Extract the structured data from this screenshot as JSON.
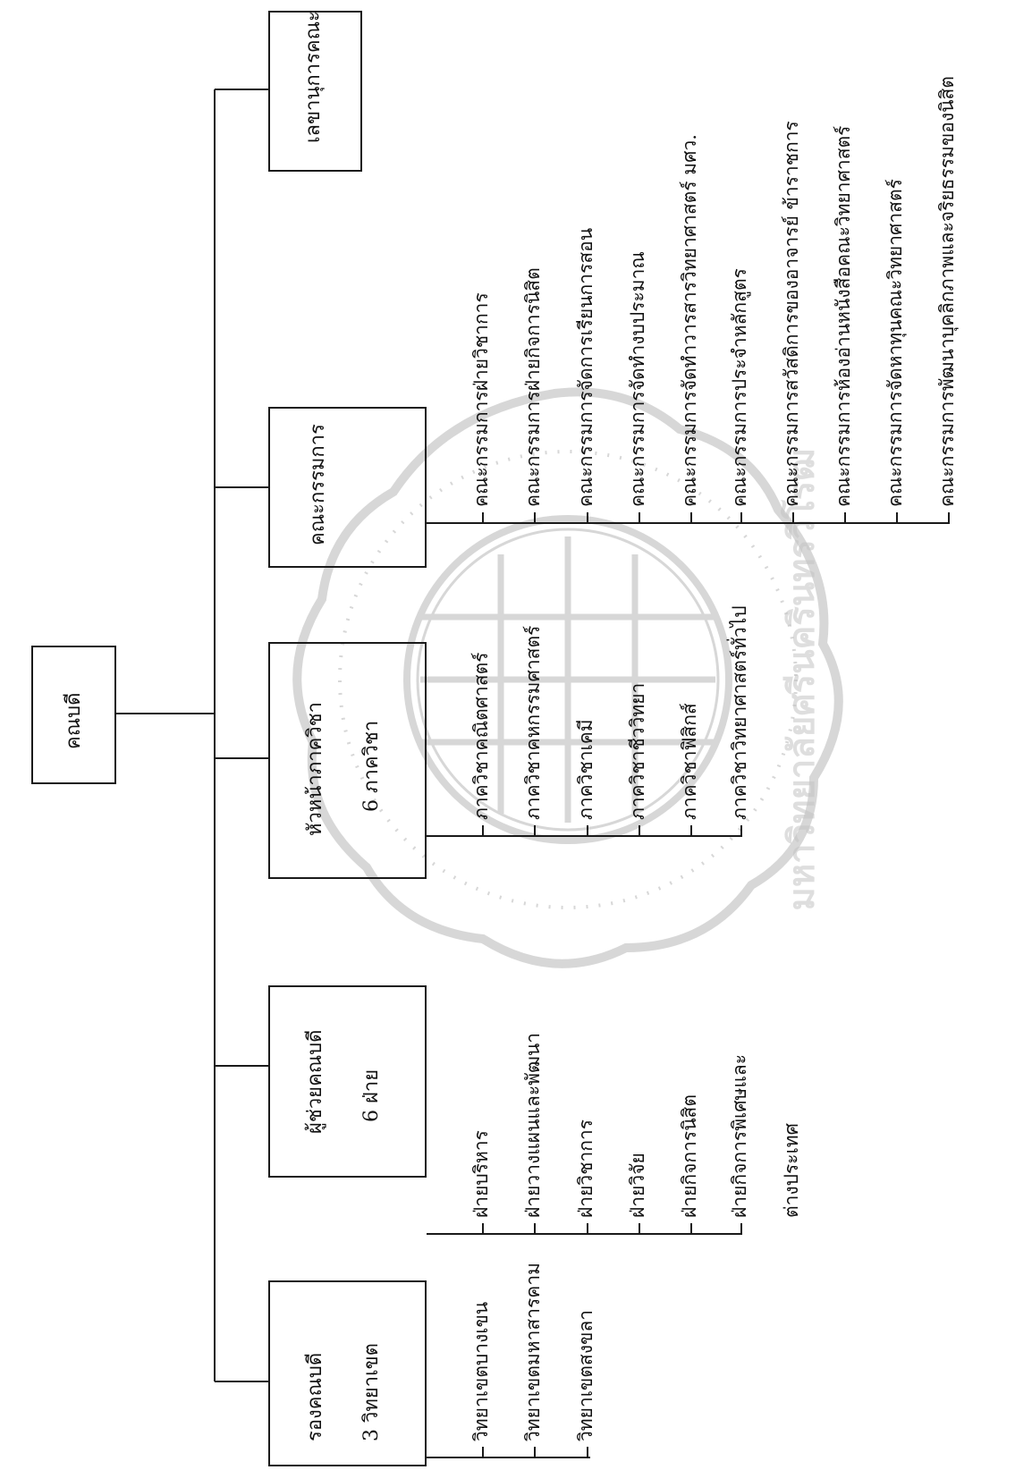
{
  "root": {
    "label": "คณบดี"
  },
  "secretary": {
    "label": "เลขานุการคณะ"
  },
  "vice_dean": {
    "line1": "รองคณบดี",
    "line2": "3  วิทยาเขต",
    "items": [
      "วิทยาเขตบางเขน",
      "วิทยาเขตมหาสารคาม",
      "วิทยาเขตสงขลา"
    ]
  },
  "assistant_dean": {
    "line1": "ผู้ช่วยคณบดี",
    "line2": "6  ฝ่าย",
    "items": [
      "ฝ่ายบริหาร",
      "ฝ่ายวางแผนและพัฒนา",
      "ฝ่ายวิชาการ",
      "ฝ่ายวิจัย",
      "ฝ่ายกิจการนิสิต",
      "ฝ่ายกิจการพิเศษและ"
    ],
    "continuation": "ต่างประเทศ"
  },
  "department_heads": {
    "line1": "หัวหน้าภาควิชา",
    "line2": "6  ภาควิชา",
    "items": [
      "ภาควิชาคณิตศาสตร์",
      "ภาควิชาคหกรรมศาสตร์",
      "ภาควิชาเคมี",
      "ภาควิชาชีววิทยา",
      "ภาควิชาฟิสิกส์",
      "ภาควิชาวิทยาศาสตร์ทั่วไป"
    ]
  },
  "committees": {
    "line1": "คณะกรรมการ",
    "items": [
      "คณะกรรมการฝ่ายวิชาการ",
      "คณะกรรมการฝ่ายกิจการนิสิต",
      "คณะกรรมการจัดการเรียนการสอน",
      "คณะกรรมการจัดทำงบประมาณ",
      "คณะกรรมการจัดทำวารสารวิทยาศาสตร์  มศว.",
      "คณะกรรมการประจำหลักสูตร",
      "คณะกรรมการสวัสดิการของอาจารย์  ข้าราชการ",
      "คณะกรรมการห้องอ่านหนังสือคณะวิทยาศาสตร์",
      "คณะกรรมการจัดหาทุนคณะวิทยาศาสตร์",
      "คณะกรรมการพัฒนาบุคลิกภาพและจริยธรรมของนิสิต"
    ]
  },
  "watermark": {
    "name": "university-seal",
    "text": "มหาวิทยาลัยศรีนครินทรวิโรฒ",
    "color": "#bdbdbd"
  }
}
